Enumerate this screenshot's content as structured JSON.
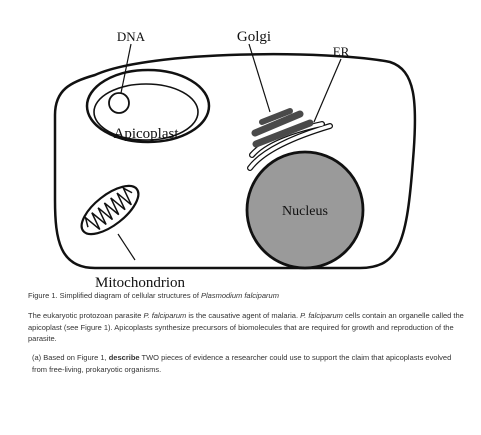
{
  "labels": {
    "dna": "DNA",
    "golgi": "Golgi",
    "er": "ER",
    "apicoplast": "Apicoplast",
    "nucleus": "Nucleus",
    "mitochondrion": "Mitochondrion"
  },
  "caption": {
    "prefix": "Figure 1. Simplified diagram of cellular structures of ",
    "species": "Plasmodium falciparum"
  },
  "paragraph": {
    "t1": "The eukaryotic protozoan parasite ",
    "sp1": "P. falciparum",
    "t2": " is the causative agent of malaria. ",
    "sp2": "P. falciparum",
    "t3": " cells contain an organelle called the apicoplast (see Figure 1). Apicoplasts synthesize precursors of biomolecules that are required for growth and reproduction of the parasite."
  },
  "question": {
    "t1": "(a) Based on Figure 1, ",
    "verb": "describe",
    "t2": " TWO pieces of evidence a researcher could use to support the claim that apicoplasts evolved from free-living, prokaryotic organisms."
  },
  "colors": {
    "outline": "#111111",
    "nucleus_fill": "#9a9a9a",
    "golgi_fill": "#4a4a4a",
    "background": "#ffffff"
  }
}
